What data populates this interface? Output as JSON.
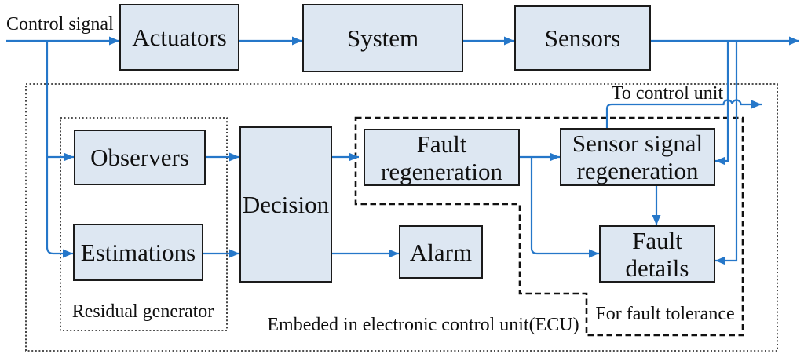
{
  "colors": {
    "arrow": "#2577c9",
    "block_fill": "#dde7f2",
    "block_border": "#1b1b1b"
  },
  "blocks": {
    "actuators": {
      "label": "Actuators"
    },
    "system": {
      "label": "System"
    },
    "sensors": {
      "label": "Sensors"
    },
    "observers": {
      "label": "Observers"
    },
    "estimations": {
      "label": "Estimations"
    },
    "decision": {
      "label": "Decision"
    },
    "fault_regeneration": {
      "label": "Fault\nregeneration"
    },
    "alarm": {
      "label": "Alarm"
    },
    "sensor_signal_regeneration": {
      "label": "Sensor signal\nregeneration"
    },
    "fault_details": {
      "label": "Fault\ndetails"
    }
  },
  "labels": {
    "control_signal": "Control signal",
    "to_control_unit": "To control unit",
    "residual_generator": "Residual generator",
    "embedded_ecu": "Embeded in electronic control unit(ECU)",
    "for_fault_tolerance": "For fault tolerance"
  }
}
